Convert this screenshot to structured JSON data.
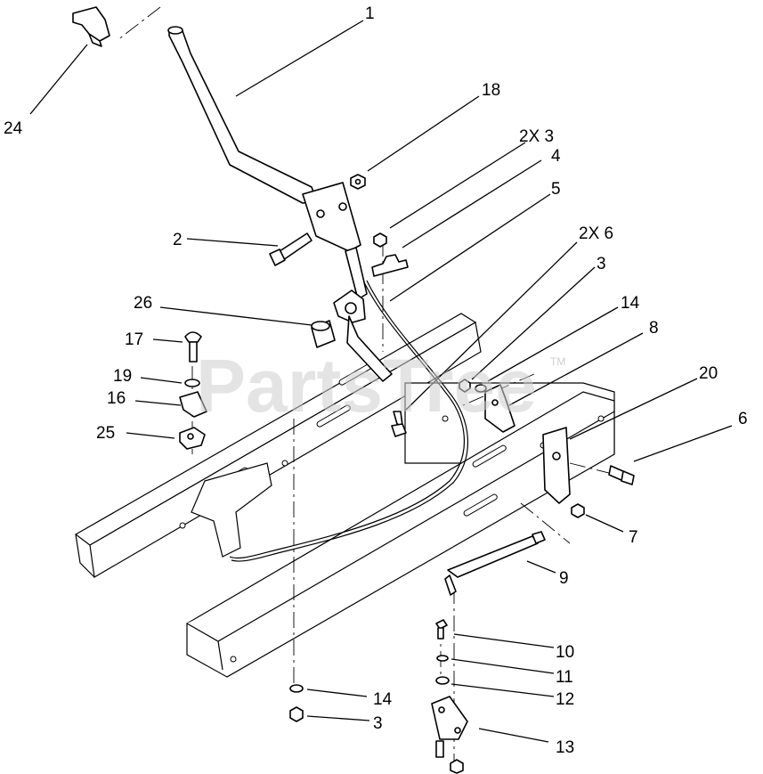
{
  "watermark": {
    "text": "PartsTree",
    "trademark": "TM"
  },
  "callouts": [
    {
      "id": "c1",
      "label": "1"
    },
    {
      "id": "c24",
      "label": "24"
    },
    {
      "id": "c18",
      "label": "18"
    },
    {
      "id": "c2x3",
      "label": "2X 3"
    },
    {
      "id": "c4",
      "label": "4"
    },
    {
      "id": "c5",
      "label": "5"
    },
    {
      "id": "c2",
      "label": "2"
    },
    {
      "id": "c2x6",
      "label": "2X 6"
    },
    {
      "id": "c3a",
      "label": "3"
    },
    {
      "id": "c26",
      "label": "26"
    },
    {
      "id": "c14a",
      "label": "14"
    },
    {
      "id": "c17",
      "label": "17"
    },
    {
      "id": "c8",
      "label": "8"
    },
    {
      "id": "c19",
      "label": "19"
    },
    {
      "id": "c20",
      "label": "20"
    },
    {
      "id": "c16",
      "label": "16"
    },
    {
      "id": "c6",
      "label": "6"
    },
    {
      "id": "c25",
      "label": "25"
    },
    {
      "id": "c7",
      "label": "7"
    },
    {
      "id": "c9",
      "label": "9"
    },
    {
      "id": "c10",
      "label": "10"
    },
    {
      "id": "c11",
      "label": "11"
    },
    {
      "id": "c14b",
      "label": "14"
    },
    {
      "id": "c12",
      "label": "12"
    },
    {
      "id": "c3b",
      "label": "3"
    },
    {
      "id": "c13",
      "label": "13"
    }
  ]
}
